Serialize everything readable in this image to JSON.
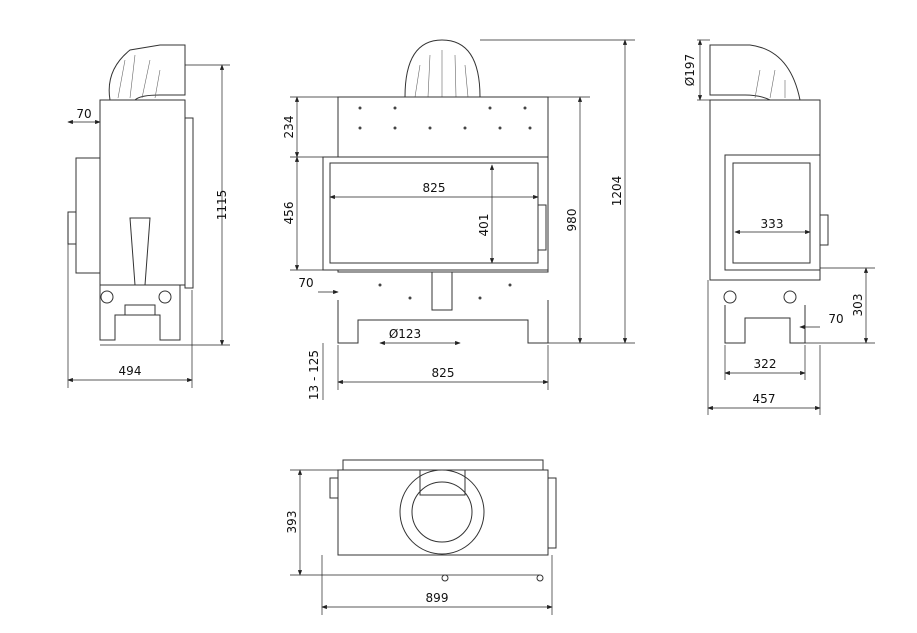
{
  "side_view_left": {
    "flue_offset": "70",
    "height": "1115",
    "depth": "494"
  },
  "front_view": {
    "top_section": "234",
    "door_height": "456",
    "glass_width": "825",
    "glass_height": "401",
    "height_to_top": "980",
    "total_height": "1204",
    "side_offset": "70",
    "air_inlet_diameter": "Ø123",
    "leg_adjust": "13 - 125",
    "base_width": "825"
  },
  "side_view_right": {
    "flue_diameter": "Ø197",
    "glass_width": "333",
    "inlet_height": "303",
    "inlet_offset": "70",
    "leg_width": "322",
    "depth": "457"
  },
  "top_view": {
    "depth": "393",
    "width": "899"
  }
}
